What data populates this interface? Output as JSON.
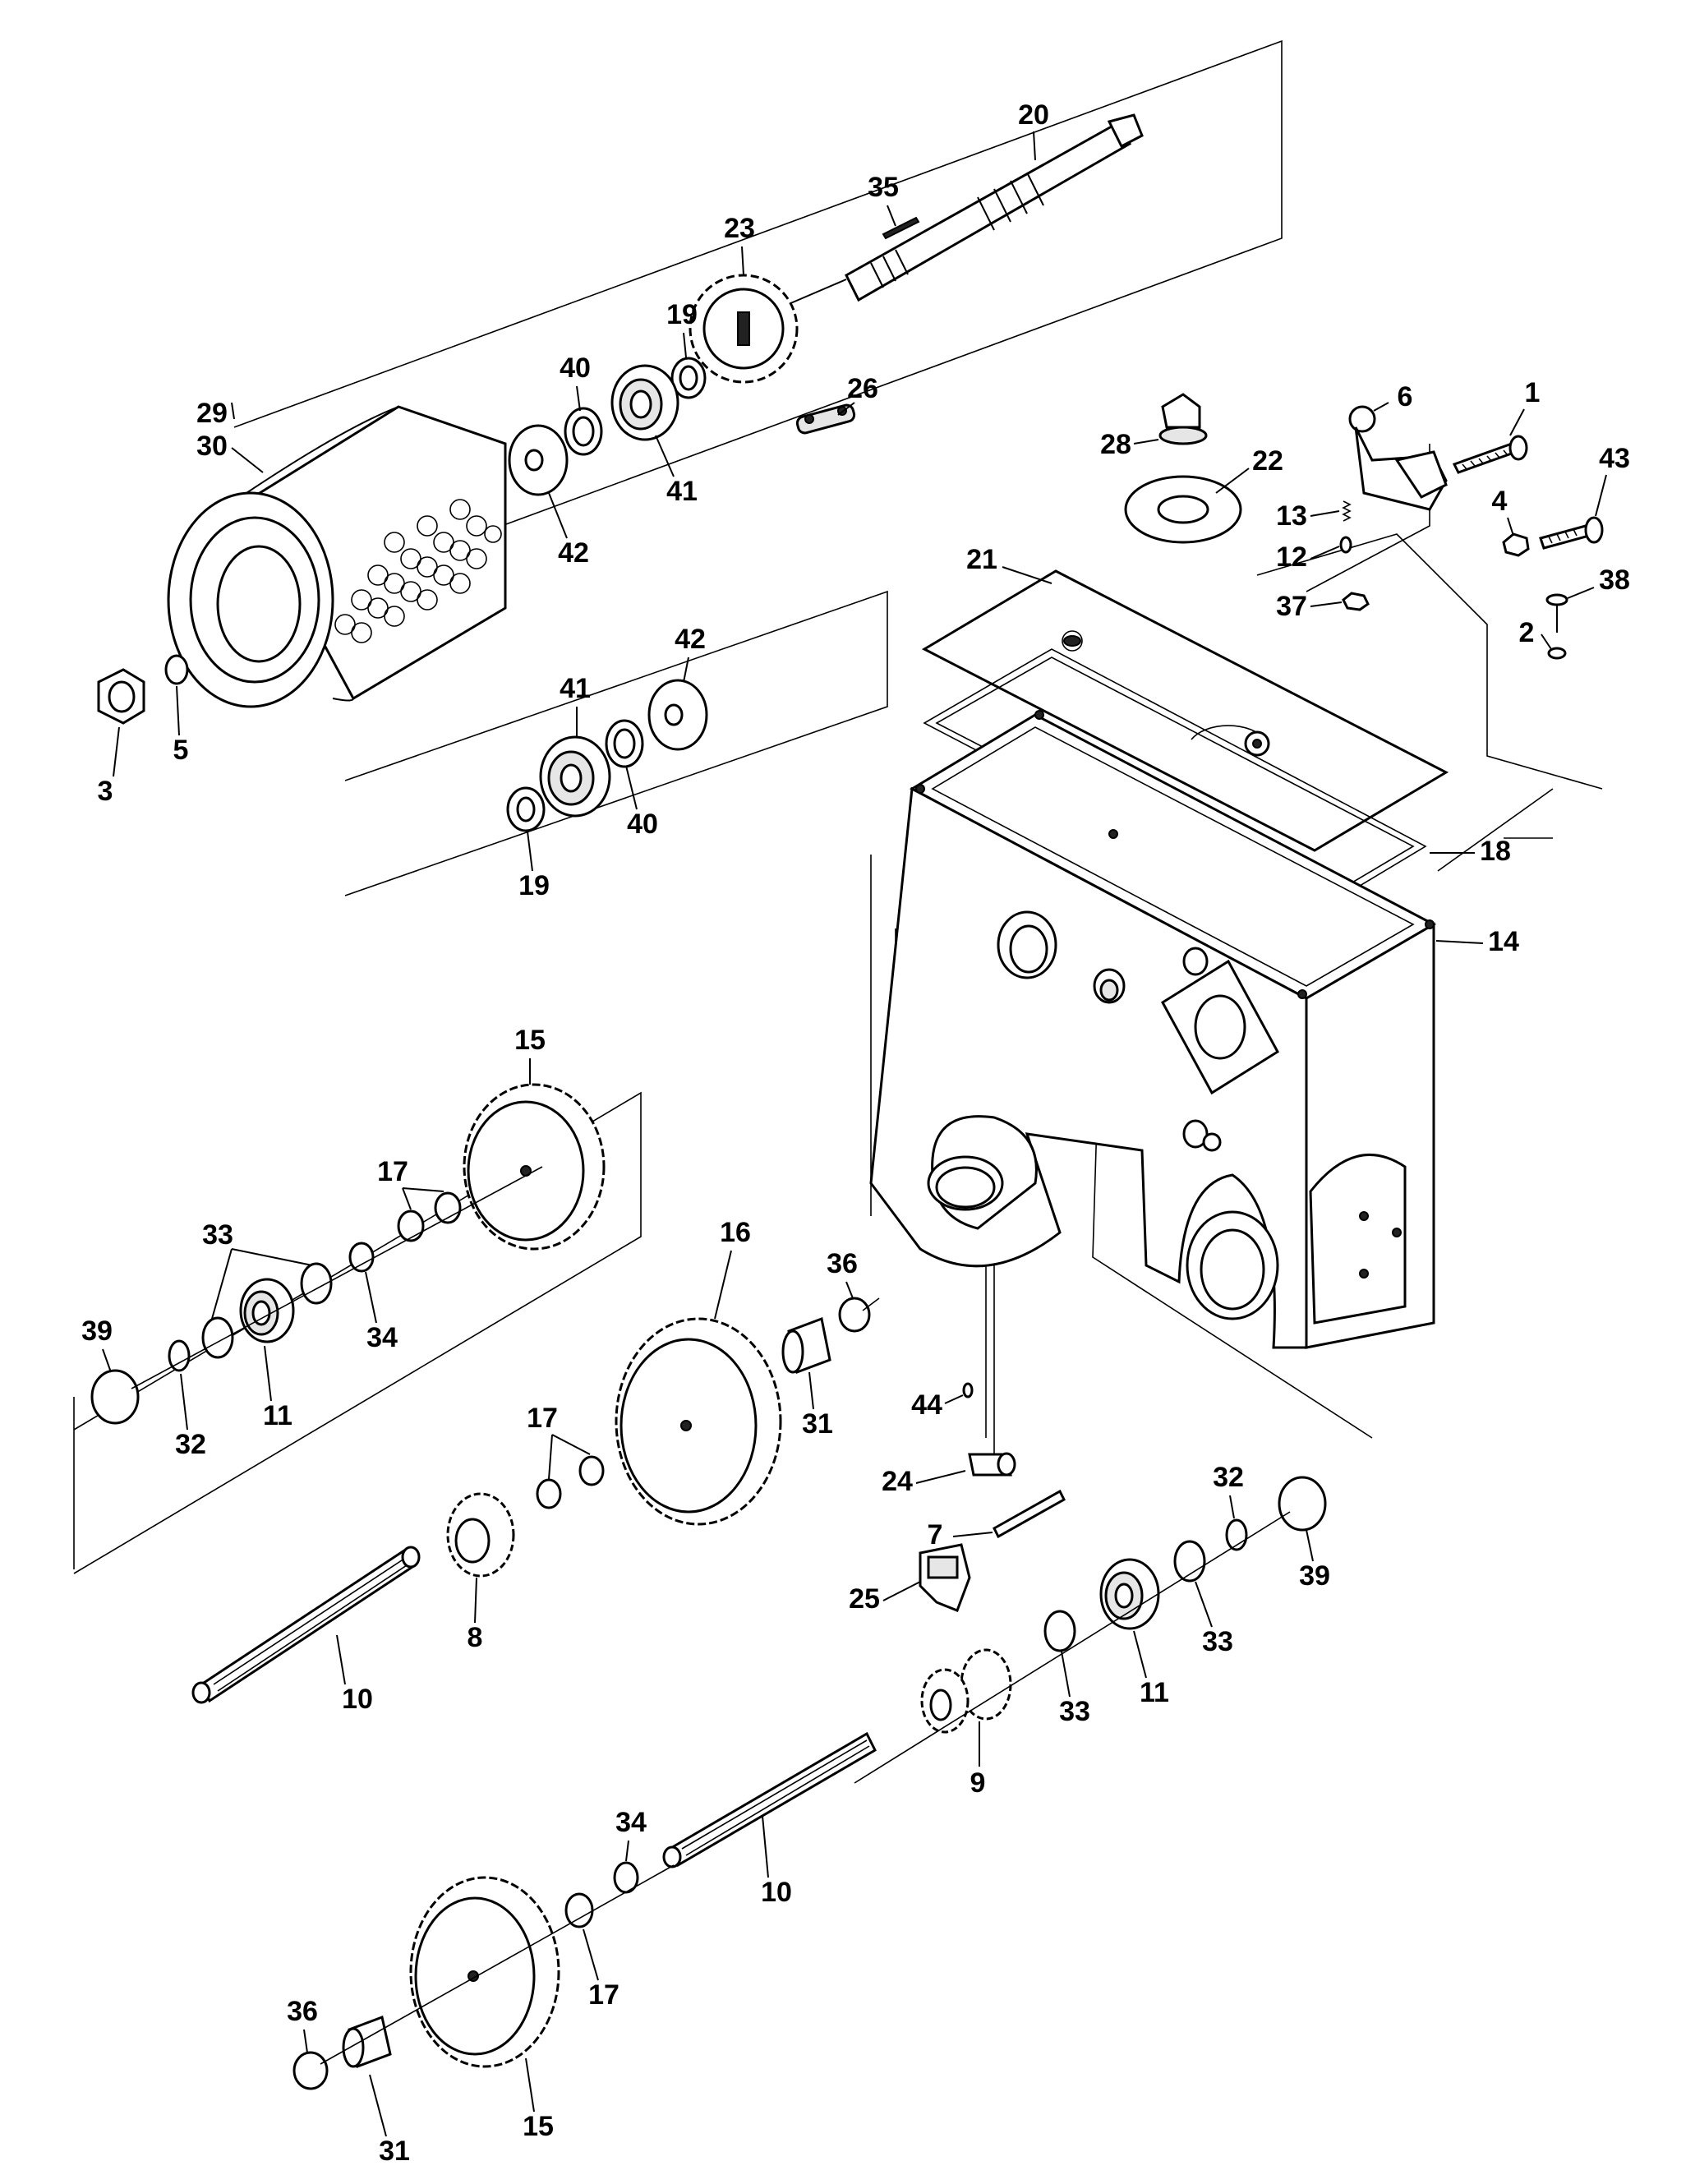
{
  "diagram": {
    "callouts": [
      "1",
      "2",
      "3",
      "4",
      "5",
      "6",
      "7",
      "8",
      "9",
      "10",
      "10",
      "11",
      "11",
      "12",
      "13",
      "14",
      "15",
      "15",
      "16",
      "17",
      "17",
      "17",
      "18",
      "19",
      "19",
      "20",
      "21",
      "22",
      "23",
      "24",
      "25",
      "26",
      "28",
      "29",
      "30",
      "31",
      "31",
      "32",
      "32",
      "33",
      "33",
      "33",
      "34",
      "34",
      "35",
      "36",
      "36",
      "37",
      "38",
      "39",
      "39",
      "40",
      "40",
      "41",
      "41",
      "42",
      "42",
      "43",
      "44"
    ],
    "parts": [
      "shaft",
      "sprocket",
      "bearing",
      "washer",
      "chain-link",
      "drum",
      "nut",
      "housing",
      "cover-plate",
      "gasket",
      "breather-cap",
      "shift-lever",
      "spring",
      "ball",
      "bolt",
      "gear",
      "pinion",
      "spline-shaft",
      "needle-bearing",
      "circlip",
      "cap",
      "shift-fork",
      "pin",
      "retainer"
    ]
  }
}
